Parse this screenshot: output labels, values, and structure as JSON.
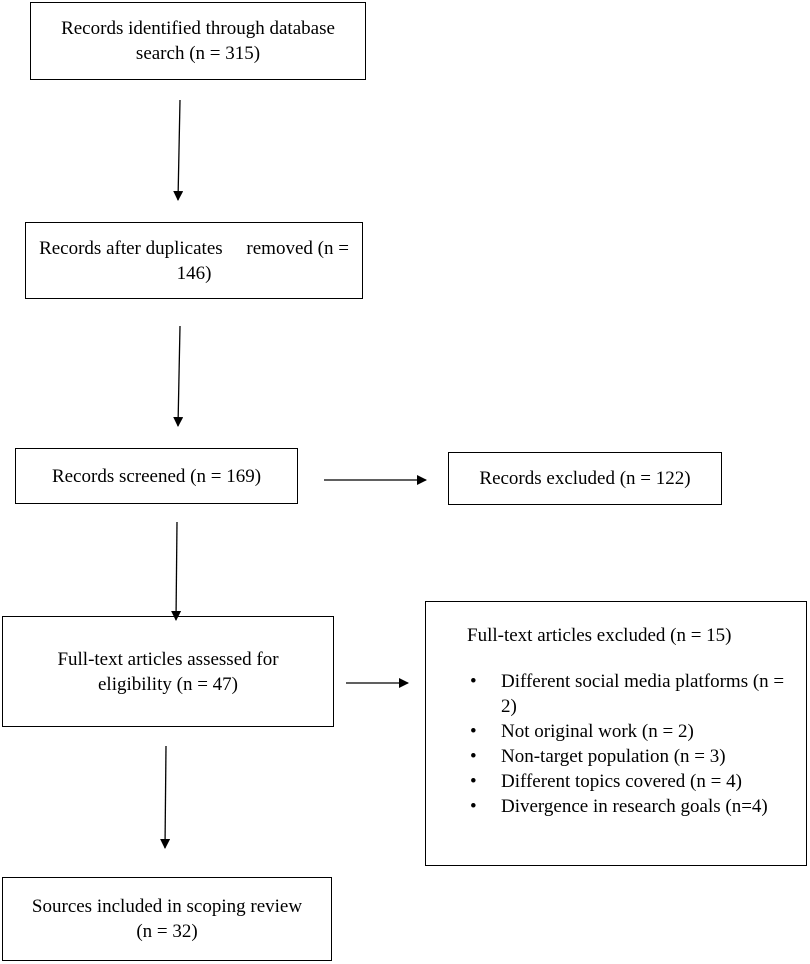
{
  "boxes": {
    "identified": "Records identified through database search (n = 315)",
    "after_duplicates": "Records after duplicates     removed (n = 146)",
    "screened": "Records screened (n = 169)",
    "excluded": "Records excluded (n = 122)",
    "assessed": "Full-text articles assessed for eligibility (n = 47)",
    "included": "Sources included in scoping review (n = 32)"
  },
  "fulltext_excluded": {
    "heading": "Full-text articles excluded (n = 15)",
    "bullet_glyph": "•",
    "reasons": [
      "Different social media platforms (n = 2)",
      "Not original work (n = 2)",
      "Non-target population (n = 3)",
      "Different topics covered (n = 4)",
      "Divergence in research goals (n=4)"
    ]
  }
}
